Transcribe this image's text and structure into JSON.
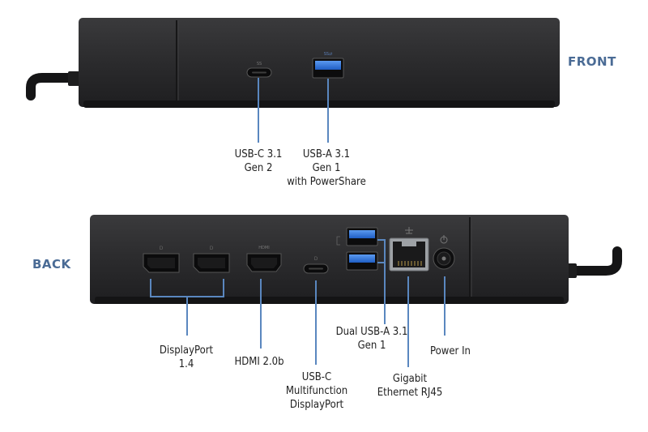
{
  "front": {
    "label": "FRONT",
    "callouts": [
      {
        "lines": [
          "USB-C 3.1",
          "Gen 2"
        ]
      },
      {
        "lines": [
          "USB-A 3.1",
          "Gen 1",
          "with PowerShare"
        ]
      }
    ]
  },
  "back": {
    "label": "BACK",
    "callouts": [
      {
        "lines": [
          "DisplayPort",
          "1.4"
        ]
      },
      {
        "lines": [
          "HDMI 2.0b"
        ]
      },
      {
        "lines": [
          "USB-C",
          "Multifunction",
          "DisplayPort"
        ]
      },
      {
        "lines": [
          "Dual USB-A 3.1",
          "Gen 1"
        ]
      },
      {
        "lines": [
          "Gigabit",
          "Ethernet RJ45"
        ]
      },
      {
        "lines": [
          "Power In"
        ]
      }
    ]
  },
  "port_markings": {
    "front_usb_a": "SS⇄",
    "hdmi": "HDMI"
  },
  "colors": {
    "dock_body": "#2a2a2b",
    "dock_dark": "#1b1b1c",
    "leader_line": "#5a87bf",
    "usb_blue": "#2e6fd2",
    "label_blue": "#4a6b95"
  }
}
